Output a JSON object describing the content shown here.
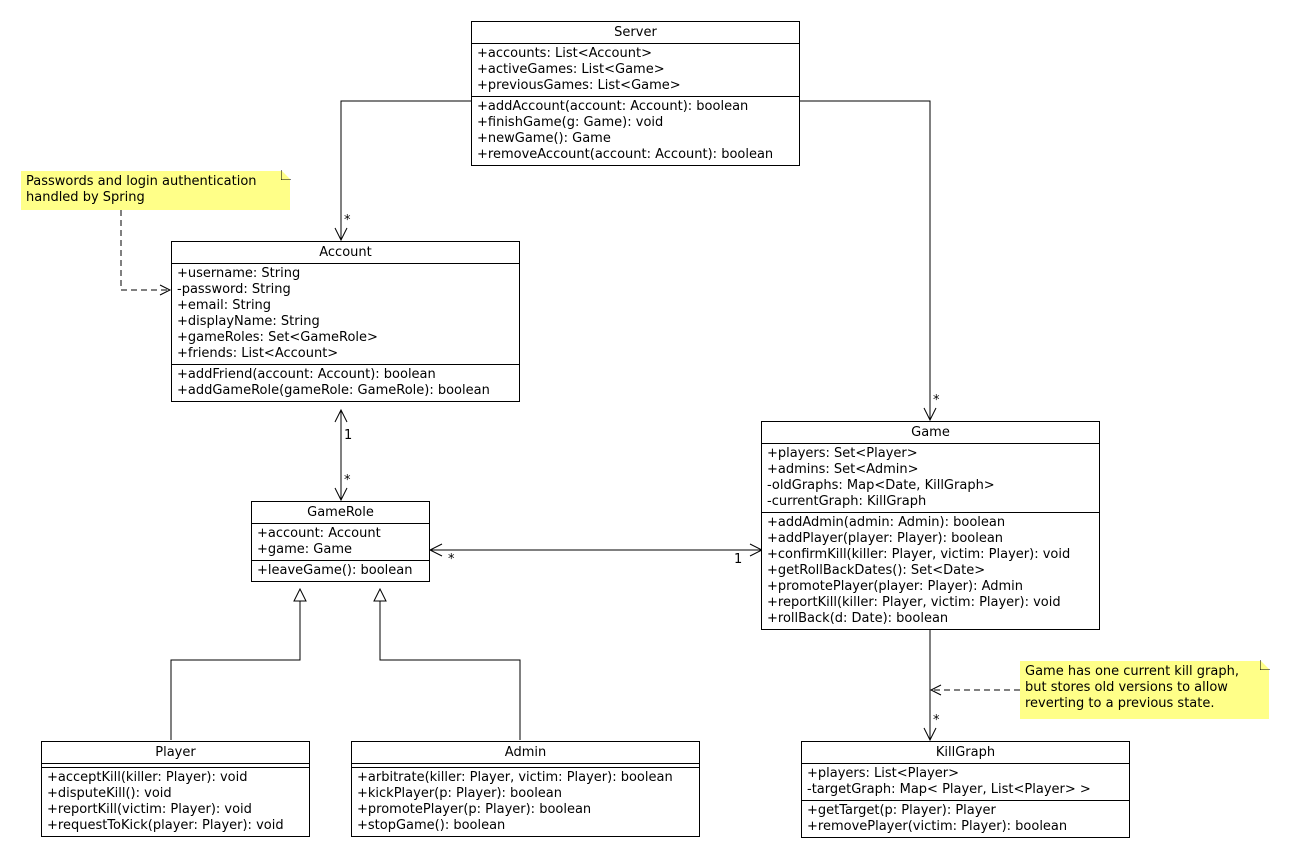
{
  "classes": {
    "server": {
      "name": "Server",
      "attributes": [
        "+accounts: List<Account>",
        "+activeGames: List<Game>",
        "+previousGames: List<Game>"
      ],
      "methods": [
        "+addAccount(account: Account): boolean",
        "+finishGame(g: Game): void",
        "+newGame(): Game",
        "+removeAccount(account: Account): boolean"
      ]
    },
    "account": {
      "name": "Account",
      "attributes": [
        "+username: String",
        "-password: String",
        "+email: String",
        "+displayName: String",
        "+gameRoles: Set<GameRole>",
        "+friends: List<Account>"
      ],
      "methods": [
        "+addFriend(account: Account): boolean",
        "+addGameRole(gameRole: GameRole): boolean"
      ]
    },
    "gamerole": {
      "name": "GameRole",
      "attributes": [
        "+account: Account",
        "+game: Game"
      ],
      "methods": [
        "+leaveGame(): boolean"
      ]
    },
    "game": {
      "name": "Game",
      "attributes": [
        "+players: Set<Player>",
        "+admins: Set<Admin>",
        "-oldGraphs: Map<Date, KillGraph>",
        "-currentGraph: KillGraph"
      ],
      "methods": [
        "+addAdmin(admin: Admin): boolean",
        "+addPlayer(player: Player): boolean",
        "+confirmKill(killer: Player, victim: Player): void",
        "+getRollBackDates(): Set<Date>",
        "+promotePlayer(player: Player): Admin",
        "+reportKill(killer: Player, victim: Player): void",
        "+rollBack(d: Date): boolean"
      ]
    },
    "player": {
      "name": "Player",
      "attributes": [],
      "methods": [
        "+acceptKill(killer: Player): void",
        "+disputeKill(): void",
        "+reportKill(victim: Player): void",
        "+requestToKick(player: Player): void"
      ]
    },
    "admin": {
      "name": "Admin",
      "attributes": [],
      "methods": [
        "+arbitrate(killer: Player, victim: Player): boolean",
        "+kickPlayer(p: Player): boolean",
        "+promotePlayer(p: Player): boolean",
        "+stopGame(): boolean"
      ]
    },
    "killgraph": {
      "name": "KillGraph",
      "attributes": [
        "+players: List<Player>",
        "-targetGraph: Map< Player, List<Player> >"
      ],
      "methods": [
        "+getTarget(p: Player): Player",
        "+removePlayer(victim: Player): boolean"
      ]
    }
  },
  "notes": {
    "spring": [
      "Passwords and login authentication",
      "handled by Spring"
    ],
    "killgraph": [
      "Game has one current kill graph,",
      "but stores old versions to allow",
      "reverting to a previous state."
    ]
  },
  "multiplicities": {
    "server_account": "*",
    "server_game": "*",
    "account_side": "1",
    "gamerole_side": "*",
    "gamerole_game_left": "*",
    "gamerole_game_right": "1",
    "game_killgraph": "*"
  },
  "colors": {
    "note_fill": "#ffff88",
    "line": "#000000",
    "background": "#ffffff"
  }
}
